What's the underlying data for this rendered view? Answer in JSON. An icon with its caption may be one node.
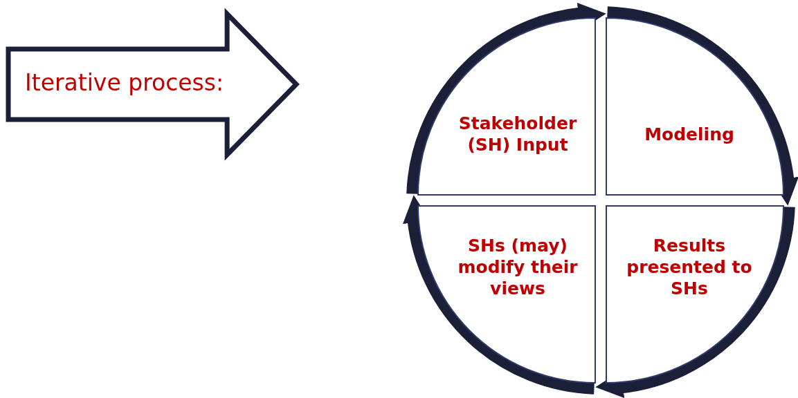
{
  "diagram": {
    "nodes": [
      {
        "text": [
          "Iterative process:"
        ]
      },
      {
        "text": [
          "Stakeholder (SH) Input"
        ]
      },
      {
        "text": [
          "Modeling"
        ]
      },
      {
        "text": [
          "Results presented to SHs"
        ]
      },
      {
        "text": [
          "SHs (may) modify their views"
        ]
      }
    ],
    "edges": [
      {
        "from": 1,
        "to": 2,
        "arrow": "to"
      },
      {
        "from": 2,
        "to": 3,
        "arrow": "to"
      },
      {
        "from": 3,
        "to": 4,
        "arrow": "to"
      },
      {
        "from": 4,
        "to": 1,
        "arrow": "to"
      }
    ]
  }
}
